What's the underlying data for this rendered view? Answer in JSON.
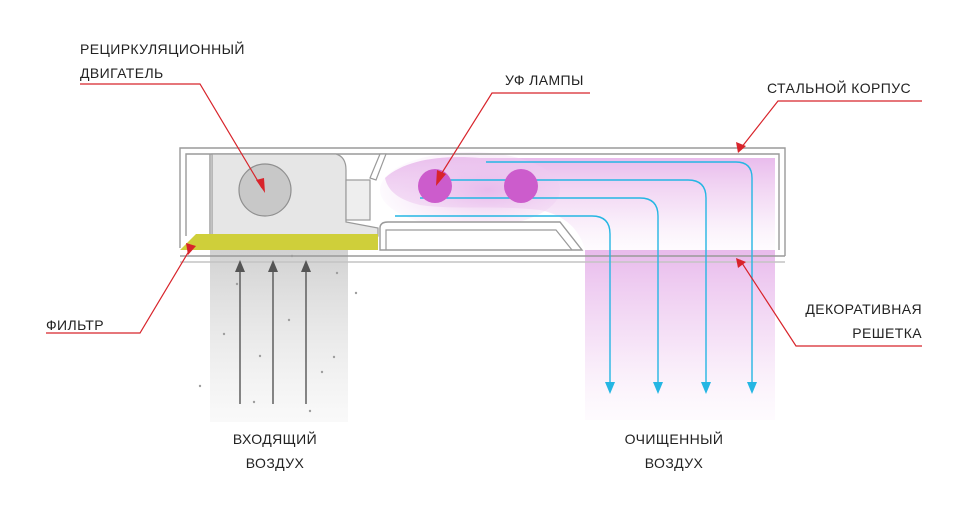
{
  "labels": {
    "motor": [
      "РЕЦИРКУЛЯЦИОННЫЙ",
      "ДВИГАТЕЛЬ"
    ],
    "uv": "УФ ЛАМПЫ",
    "housing": "СТАЛЬНОЙ КОРПУС",
    "filter": "ФИЛЬТР",
    "grille": [
      "ДЕКОРАТИВНАЯ",
      "РЕШЕТКА"
    ],
    "intake": [
      "ВХОДЯЩИЙ",
      "ВОЗДУХ"
    ],
    "outlet": [
      "ОЧИЩЕННЫЙ",
      "ВОЗДУХ"
    ]
  },
  "colors": {
    "leader": "#d8242b",
    "housing_stroke": "#9a9a9a",
    "filter": "#cfcf3a",
    "uv_lamp": "#cc5ccc",
    "purified_flow": "#25b6e3",
    "purified_glow": "#e9b9ec",
    "intake_flow": "#555555",
    "intake_zone": "#d4d4d4",
    "motor_housing": "#e6e6e6",
    "motor_rotor": "#c8c8c8"
  }
}
